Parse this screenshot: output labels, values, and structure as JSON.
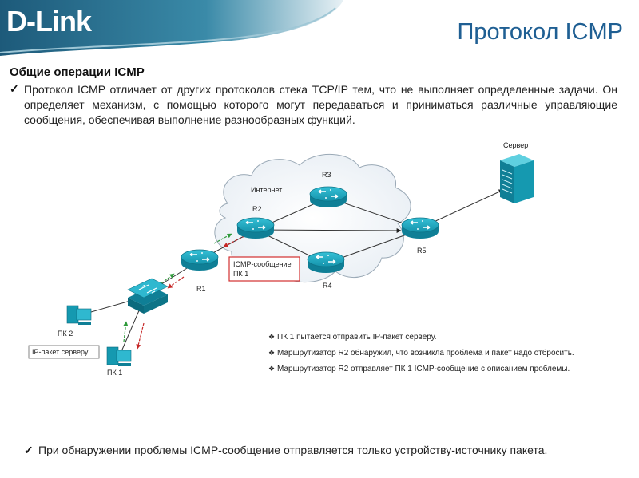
{
  "header": {
    "logo": "D-Link",
    "title": "Протокол ICMP",
    "colors": {
      "banner": "#2c6e8f",
      "title": "#1f5f93"
    }
  },
  "section": {
    "heading": "Общие операции ICMP",
    "intro": "Протокол ICMP отличает от других протоколов стека TCP/IP тем, что не выполняет определенные задачи. Он определяет механизм, с помощью которого могут передаваться и приниматься различные управляющие  сообщения, обеспечивая выполнение разнообразных функций."
  },
  "diagram": {
    "labels": {
      "server": "Сервер",
      "internet": "Интернет",
      "r1": "R1",
      "r2": "R2",
      "r3": "R3",
      "r4": "R4",
      "r5": "R5",
      "pc1": "ПК 1",
      "pc2": "ПК 2"
    },
    "icmp_box": {
      "line1": "ICMP-сообщение",
      "line2": "ПК 1"
    },
    "packet_box": "IP-пакет серверу",
    "icons": [
      "router-icon",
      "switch-icon",
      "server-icon",
      "pc-icon",
      "cloud-icon"
    ],
    "colors": {
      "router": "#1aa0b8",
      "arrow_green": "#2e9a3a",
      "arrow_red": "#c62828",
      "box_red": "#d32f2f"
    }
  },
  "notes": [
    "ПК 1 пытается отправить IP-пакет серверу.",
    "Маршрутизатор R2 обнаружил, что возникла проблема и пакет надо отбросить.",
    "Маршрутизатор R2 отправляет ПК 1 ICMP-сообщение с описанием проблемы."
  ],
  "footer": "При обнаружении проблемы ICMP-сообщение отправляется только устройству-источнику пакета."
}
